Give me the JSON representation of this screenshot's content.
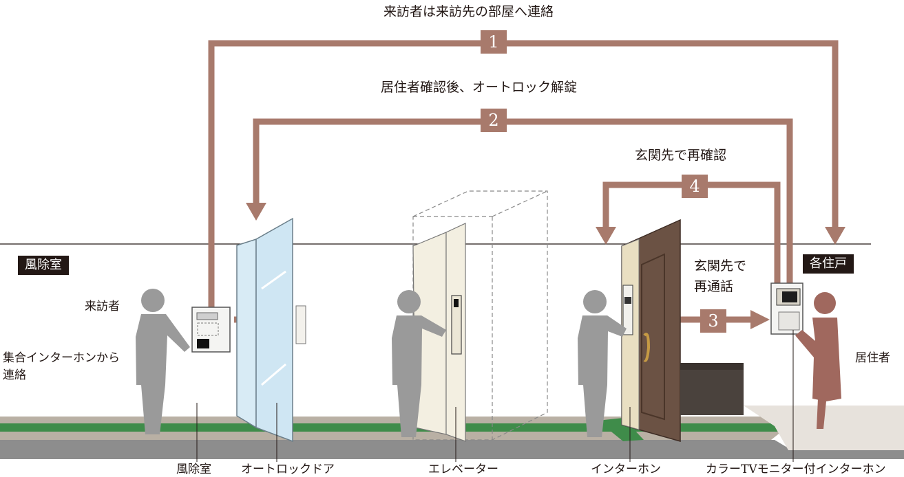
{
  "steps": [
    {
      "number": "1",
      "caption": "来訪者は来訪先の部屋へ連絡"
    },
    {
      "number": "2",
      "caption": "居住者確認後、オートロック解錠"
    },
    {
      "number": "3",
      "caption_lines": [
        "玄関先で",
        "再通話"
      ]
    },
    {
      "number": "4",
      "caption": "玄関先で再確認"
    }
  ],
  "zones": {
    "left": "風除室",
    "right": "各住戸"
  },
  "labels": {
    "visitor": "来訪者",
    "intercom_call": [
      "集合インターホンから",
      "連絡"
    ],
    "resident": "居住者"
  },
  "bottom_labels": [
    "風除室",
    "オートロックドア",
    "エレベーター",
    "インターホン",
    "カラーTVモニター付インターホン"
  ],
  "colors": {
    "arrow": "#a87a6c",
    "figure": "#9a9a9a",
    "resident": "#a0685e",
    "floor_green": "#3f8c4a",
    "door": "#6b5244"
  }
}
